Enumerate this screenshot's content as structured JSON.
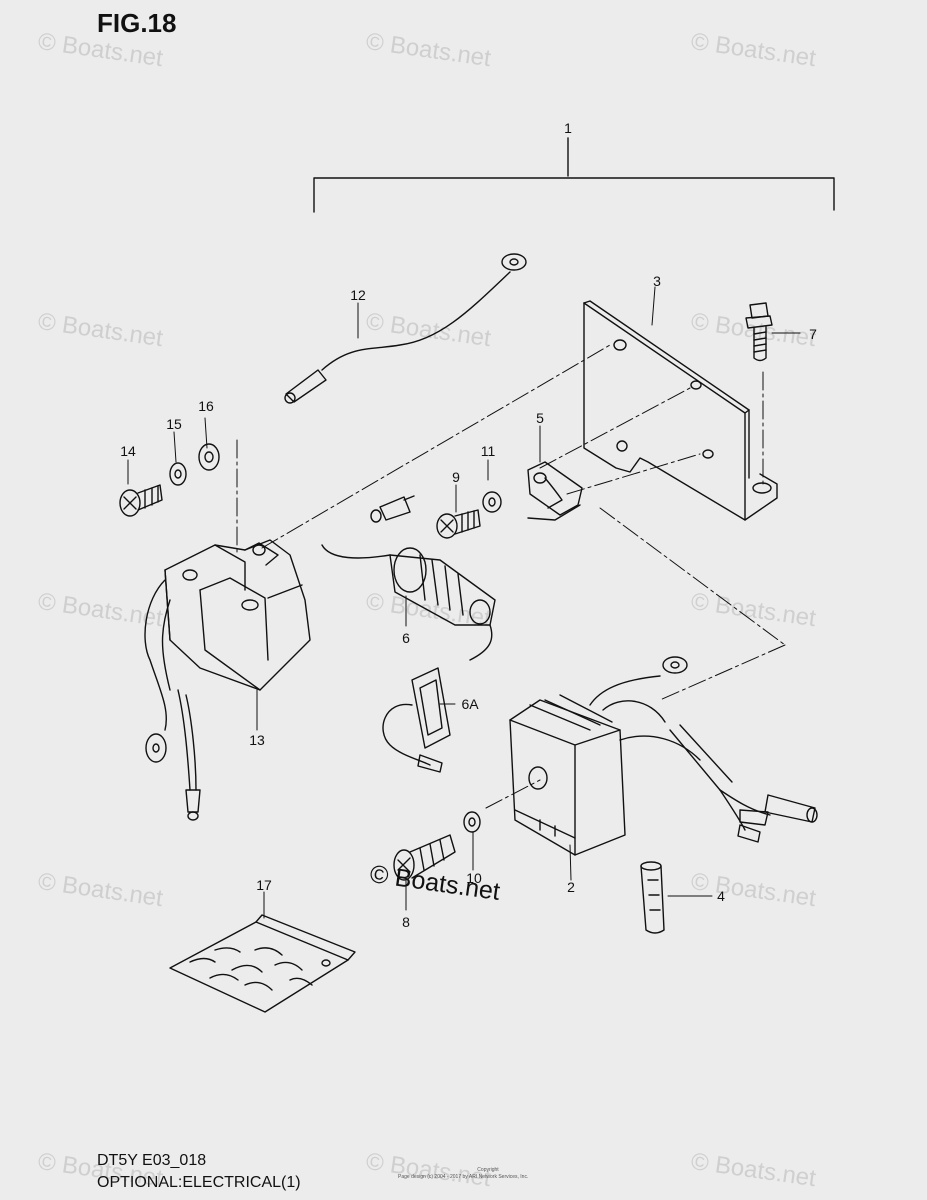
{
  "figure": {
    "title": "FIG.18",
    "code": "DT5Y E03_018",
    "caption": "OPTIONAL:ELECTRICAL(1)"
  },
  "callouts": [
    {
      "id": "c1",
      "text": "1"
    },
    {
      "id": "c2",
      "text": "2"
    },
    {
      "id": "c3",
      "text": "3"
    },
    {
      "id": "c4",
      "text": "4"
    },
    {
      "id": "c5",
      "text": "5"
    },
    {
      "id": "c6",
      "text": "6"
    },
    {
      "id": "c6a",
      "text": "6A"
    },
    {
      "id": "c7",
      "text": "7"
    },
    {
      "id": "c8",
      "text": "8"
    },
    {
      "id": "c9",
      "text": "9"
    },
    {
      "id": "c10",
      "text": "10"
    },
    {
      "id": "c11",
      "text": "11"
    },
    {
      "id": "c12",
      "text": "12"
    },
    {
      "id": "c13",
      "text": "13"
    },
    {
      "id": "c14",
      "text": "14"
    },
    {
      "id": "c15",
      "text": "15"
    },
    {
      "id": "c16",
      "text": "16"
    },
    {
      "id": "c17",
      "text": "17"
    }
  ],
  "watermark": {
    "text": "© Boats.net",
    "center_text": "© Boats.net"
  },
  "copyright": {
    "line1": "Copyright",
    "line2": "Page design (c) 2004 - 2017 by ARI Network Services, Inc."
  }
}
